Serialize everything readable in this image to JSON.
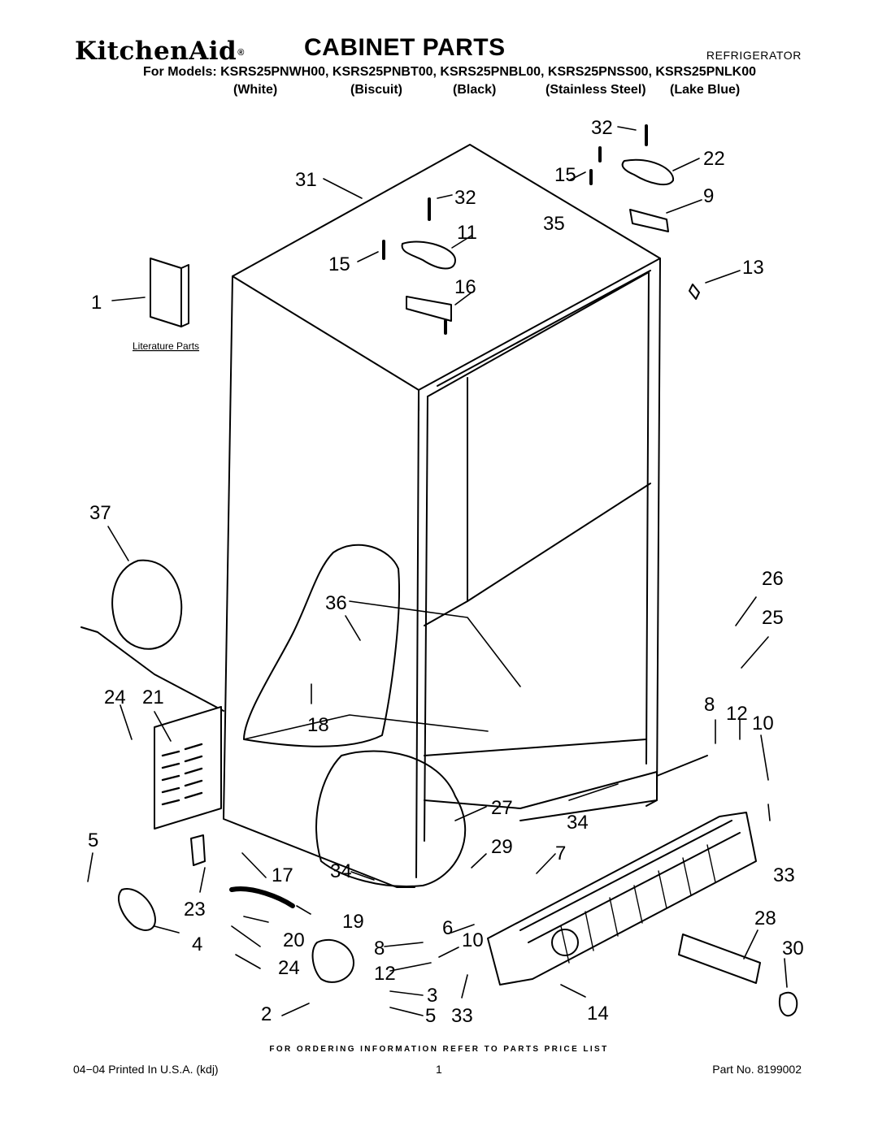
{
  "header": {
    "brand": "KitchenAid",
    "brand_mark": "®",
    "title": "CABINET PARTS",
    "category": "REFRIGERATOR",
    "models_line": "For Models: KSRS25PNWH00, KSRS25PNBT00, KSRS25PNBL00, KSRS25PNSS00, KSRS25PNLK00",
    "colors": [
      "(White)",
      "(Biscuit)",
      "(Black)",
      "(Stainless Steel)",
      "(Lake Blue)"
    ]
  },
  "diagram": {
    "literature_label": "Literature Parts",
    "callouts": [
      "1",
      "2",
      "3",
      "4",
      "5",
      "5",
      "6",
      "7",
      "8",
      "8",
      "9",
      "10",
      "10",
      "11",
      "12",
      "12",
      "13",
      "14",
      "15",
      "15",
      "16",
      "17",
      "18",
      "19",
      "20",
      "21",
      "22",
      "23",
      "24",
      "24",
      "25",
      "26",
      "27",
      "28",
      "29",
      "30",
      "31",
      "32",
      "32",
      "33",
      "33",
      "34",
      "34",
      "35",
      "36",
      "37"
    ]
  },
  "footer": {
    "order_note": "FOR ORDERING INFORMATION REFER TO PARTS PRICE LIST",
    "printed": "04−04 Printed In U.S.A. (kdj)",
    "page": "1",
    "part_no": "Part No. 8199002"
  }
}
